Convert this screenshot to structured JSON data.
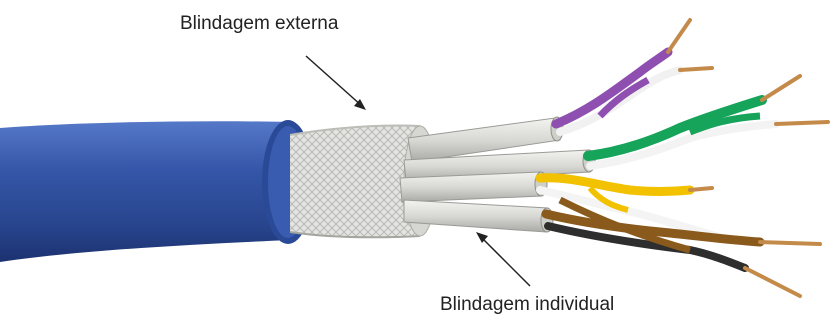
{
  "labels": {
    "outer_shield": "Blindagem externa",
    "individual_shield": "Blindagem individual"
  },
  "colors": {
    "jacket": "#2f4f9e",
    "jacket_dark": "#1f3678",
    "jacket_light": "#4b6cc0",
    "braid": "#e6e6e6",
    "foil": "#d9dad6",
    "pair_purple": "#8e4fb0",
    "pair_green": "#16a35a",
    "pair_yellow": "#f2c200",
    "pair_brown": "#8a5a1c",
    "copper": "#c48a4a",
    "white": "#f5f5f5"
  },
  "pairs": [
    "purple",
    "green",
    "yellow",
    "brown"
  ]
}
